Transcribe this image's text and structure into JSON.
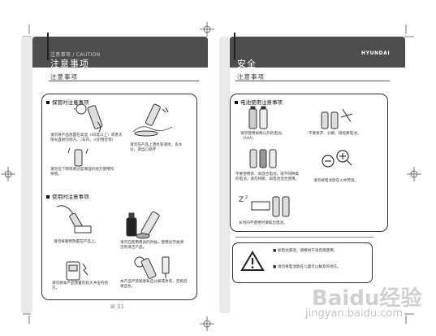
{
  "left_page": {
    "header_text": "注意事项 / CAUTION",
    "brand": "",
    "chapter_title": "注意事项",
    "subheading": "注意事项",
    "sections": [
      {
        "title": "保管时注意事项",
        "items": [
          "请勿将产品放置在高温（40度以上）或者太阳光直射的地方。（车内，火炉附近等）",
          "请勿在产品上洒水等液体。多水分，请当心损坏",
          "请勿在下雨或者过度潮湿的地方使用和保管。"
        ]
      },
      {
        "title": "使用时注意事项",
        "items": [
          "请勿将重物放置在产品上。",
          "请勿在使用用具的时候，使用化学类清洁剂清洁产品。",
          "请勿将本产品放置在较大冲击的地方。",
          "本产品严禁随意私自分解或改装，否则后果自负。"
        ]
      }
    ],
    "page_number": "01"
  },
  "right_page": {
    "brand": "HYUNDAI",
    "brand_sub": "",
    "chapter_title": "安全",
    "subheading": "注意事项",
    "section": {
      "title": "电池使用注意事项",
      "items": [
        "请勿使用规格以外的电池。（AAA）",
        "不要拆开、分解、接短路电池。",
        "不要使用新、旧混合电池，或不同种类的电池。请勿将新、旧电池混合使用。",
        "请勿将电池放在火中焚烧。",
        "长时间不使用时请取出电池。"
      ]
    },
    "warnings": [
      "如电池漏液，请擦拭干净后再使用。",
      "请勿将电池放在儿童可以触及的地方。"
    ]
  },
  "watermark": {
    "text": "Baidu经验",
    "url": "jingyan.baidu.com"
  },
  "colors": {
    "header_dark": "#4d4d4d",
    "frame_line": "#333333"
  }
}
